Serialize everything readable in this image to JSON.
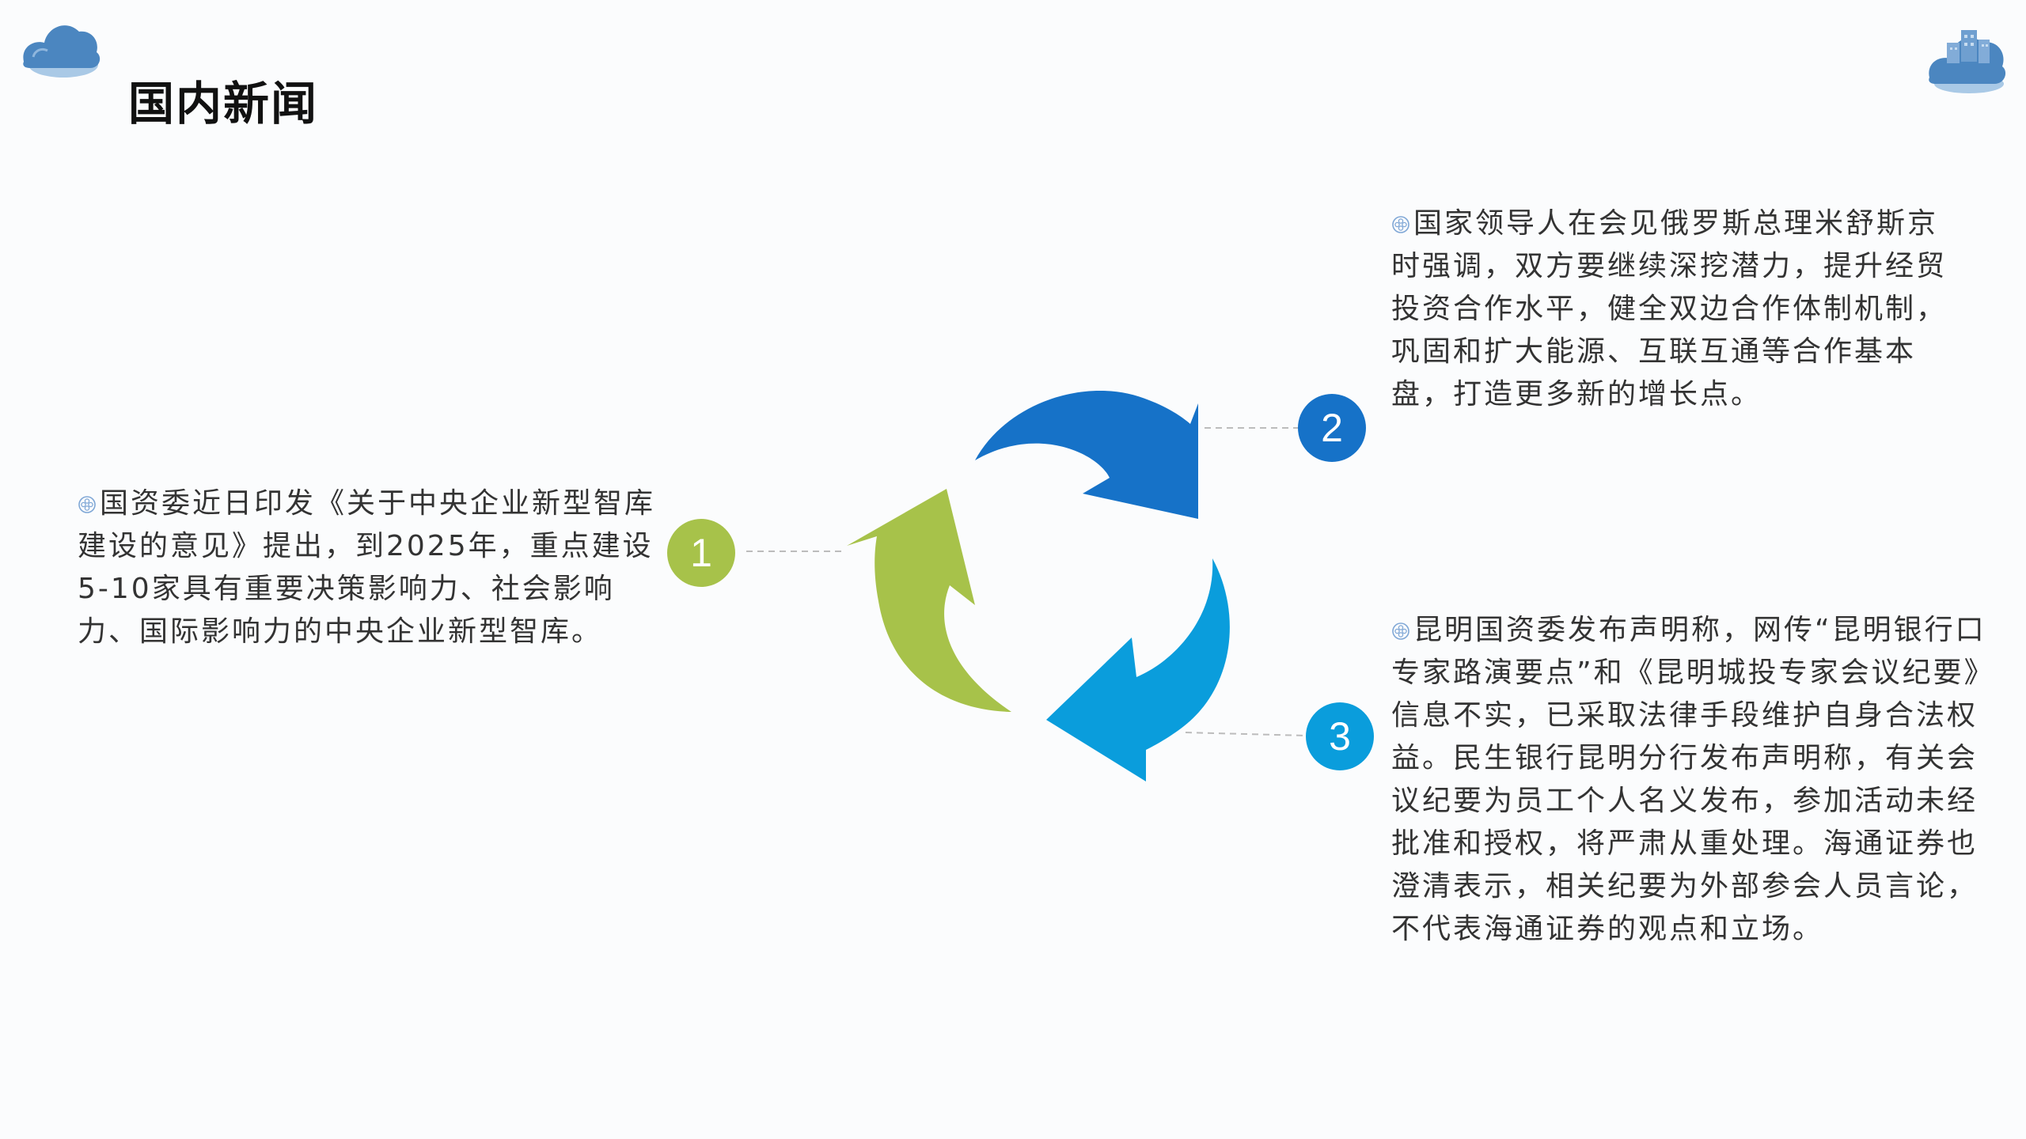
{
  "header": {
    "title": "国内新闻"
  },
  "items": [
    {
      "number": "1",
      "text": "国资委近日印发《关于中央企业新型智库建设的意见》提出，到2025年，重点建设5-10家具有重要决策影响力、社会影响力、国际影响力的中央企业新型智库。",
      "color": "#a7c24a"
    },
    {
      "number": "2",
      "text": "国家领导人在会见俄罗斯总理米舒斯京时强调，双方要继续深挖潜力，提升经贸投资合作水平，健全双边合作体制机制，巩固和扩大能源、互联互通等合作基本盘，打造更多新的增长点。",
      "color": "#1672c8"
    },
    {
      "number": "3",
      "text": "昆明国资委发布声明称，网传“昆明银行口专家路演要点”和《昆明城投专家会议纪要》信息不实，已采取法律手段维护自身合法权益。民生银行昆明分行发布声明称，有关会议纪要为员工个人名义发布，参加活动未经批准和授权，将严肃从重处理。海通证券也澄清表示，相关纪要为外部参会人员言论，不代表海通证券的观点和立场。",
      "color": "#0a9ddc"
    }
  ],
  "icons": {
    "bullet": "flower-bullet-icon",
    "decor_left": "cloud-icon",
    "decor_right": "cloud-building-icon"
  }
}
